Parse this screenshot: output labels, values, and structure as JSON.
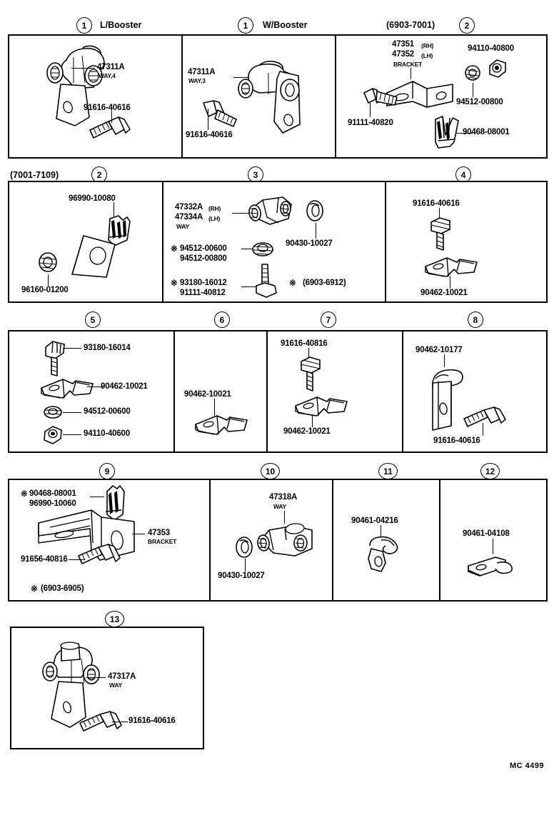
{
  "diagram": {
    "footer_code": "MC 4499",
    "note_mark": "※"
  },
  "panels": [
    {
      "id": "panel-1a",
      "callout": "1",
      "heading": "L/Booster",
      "labels": [
        {
          "text": "47311A",
          "sub": "WAY,4"
        },
        {
          "text": "91616-40616"
        }
      ]
    },
    {
      "id": "panel-1b",
      "callout": "1",
      "heading": "W/Booster",
      "labels": [
        {
          "text": "47311A",
          "sub": "WAY,3"
        },
        {
          "text": "91616-40616"
        }
      ]
    },
    {
      "id": "panel-2a",
      "callout": "2",
      "heading": "(6903-7001)",
      "labels": [
        {
          "text": "47351",
          "suffix": "(RH)"
        },
        {
          "text": "47352",
          "suffix": "(LH)"
        },
        {
          "text": "BRACKET"
        },
        {
          "text": "94110-40800"
        },
        {
          "text": "94512-00800"
        },
        {
          "text": "91111-40820"
        },
        {
          "text": "90468-08001"
        }
      ]
    },
    {
      "id": "panel-2b",
      "callout": "2",
      "heading": "(7001-7109)",
      "labels": [
        {
          "text": "96990-10080"
        },
        {
          "text": "96160-01200"
        }
      ]
    },
    {
      "id": "panel-3",
      "callout": "3",
      "heading": "",
      "labels": [
        {
          "text": "47332A",
          "suffix": "(RH)"
        },
        {
          "text": "47334A",
          "suffix": "(LH)"
        },
        {
          "text": "WAY"
        },
        {
          "text": "90430-10027"
        },
        {
          "text": "94512-00600",
          "marked": true
        },
        {
          "text": "94512-00800"
        },
        {
          "text": "93180-16012",
          "marked": true
        },
        {
          "text": "91111-40812"
        },
        {
          "text": "(6903-6912)",
          "marked": true
        }
      ]
    },
    {
      "id": "panel-4",
      "callout": "4",
      "heading": "",
      "labels": [
        {
          "text": "91616-40616"
        },
        {
          "text": "90462-10021"
        }
      ]
    },
    {
      "id": "panel-5",
      "callout": "5",
      "heading": "",
      "labels": [
        {
          "text": "93180-16014"
        },
        {
          "text": "90462-10021"
        },
        {
          "text": "94512-00600"
        },
        {
          "text": "94110-40600"
        }
      ]
    },
    {
      "id": "panel-6",
      "callout": "6",
      "heading": "",
      "labels": [
        {
          "text": "90462-10021"
        }
      ]
    },
    {
      "id": "panel-7",
      "callout": "7",
      "heading": "",
      "labels": [
        {
          "text": "91616-40816"
        },
        {
          "text": "90462-10021"
        }
      ]
    },
    {
      "id": "panel-8",
      "callout": "8",
      "heading": "",
      "labels": [
        {
          "text": "90462-10177"
        },
        {
          "text": "91616-40616"
        }
      ]
    },
    {
      "id": "panel-9",
      "callout": "9",
      "heading": "",
      "labels": [
        {
          "text": "90468-08001",
          "marked": true
        },
        {
          "text": "96990-10060"
        },
        {
          "text": "47353"
        },
        {
          "text": "BRACKET"
        },
        {
          "text": "91656-40816"
        },
        {
          "text": "(6903-6905)",
          "marked": true
        }
      ]
    },
    {
      "id": "panel-10",
      "callout": "10",
      "heading": "",
      "labels": [
        {
          "text": "47318A",
          "sub": "WAY"
        },
        {
          "text": "90430-10027"
        }
      ]
    },
    {
      "id": "panel-11",
      "callout": "11",
      "heading": "",
      "labels": [
        {
          "text": "90461-04216"
        }
      ]
    },
    {
      "id": "panel-12",
      "callout": "12",
      "heading": "",
      "labels": [
        {
          "text": "90461-04108"
        }
      ]
    },
    {
      "id": "panel-13",
      "callout": "13",
      "heading": "",
      "labels": [
        {
          "text": "47317A",
          "sub": "WAY"
        },
        {
          "text": "91616-40616"
        }
      ]
    }
  ],
  "text": {
    "p1a_47311A": "47311A",
    "p1a_way": "WAY,4",
    "p1a_bolt": "91616-40616",
    "p1b_47311A": "47311A",
    "p1b_way": "WAY,3",
    "p1b_bolt": "91616-40616",
    "p1b_head": "W/Booster",
    "p1a_head": "L/Booster",
    "p2a_head": "(6903-7001)",
    "p2a_47351": "47351",
    "p2a_rh": "(RH)",
    "p2a_47352": "47352",
    "p2a_lh": "(LH)",
    "p2a_bracket": "BRACKET",
    "p2a_94110": "94110-40800",
    "p2a_94512": "94512-00800",
    "p2a_91111": "91111-40820",
    "p2a_90468": "90468-08001",
    "p2b_head": "(7001-7109)",
    "p2b_96990": "96990-10080",
    "p2b_96160": "96160-01200",
    "p3_47332": "47332A",
    "p3_rh": "(RH)",
    "p3_47334": "47334A",
    "p3_lh": "(LH)",
    "p3_way": "WAY",
    "p3_90430": "90430-10027",
    "p3_94512a": "94512-00600",
    "p3_94512b": "94512-00800",
    "p3_93180": "93180-16012",
    "p3_91111": "91111-40812",
    "p3_range": "(6903-6912)",
    "p4_91616": "91616-40616",
    "p4_90462": "90462-10021",
    "p5_93180": "93180-16014",
    "p5_90462": "90462-10021",
    "p5_94512": "94512-00600",
    "p5_94110": "94110-40600",
    "p6_90462": "90462-10021",
    "p7_91616": "91616-40816",
    "p7_90462": "90462-10021",
    "p8_90462": "90462-10177",
    "p8_91616": "91616-40616",
    "p9_90468": "90468-08001",
    "p9_96990": "96990-10060",
    "p9_47353": "47353",
    "p9_bracket": "BRACKET",
    "p9_91656": "91656-40816",
    "p9_range": "(6903-6905)",
    "p10_47318": "47318A",
    "p10_way": "WAY",
    "p10_90430": "90430-10027",
    "p11_90461": "90461-04216",
    "p12_90461": "90461-04108",
    "p13_47317": "47317A",
    "p13_way": "WAY",
    "p13_91616": "91616-40616",
    "c1": "1",
    "c2": "2",
    "c3": "3",
    "c4": "4",
    "c5": "5",
    "c6": "6",
    "c7": "7",
    "c8": "8",
    "c9": "9",
    "c10": "10",
    "c11": "11",
    "c12": "12",
    "c13": "13",
    "mark": "※",
    "footer": "MC 4499"
  }
}
